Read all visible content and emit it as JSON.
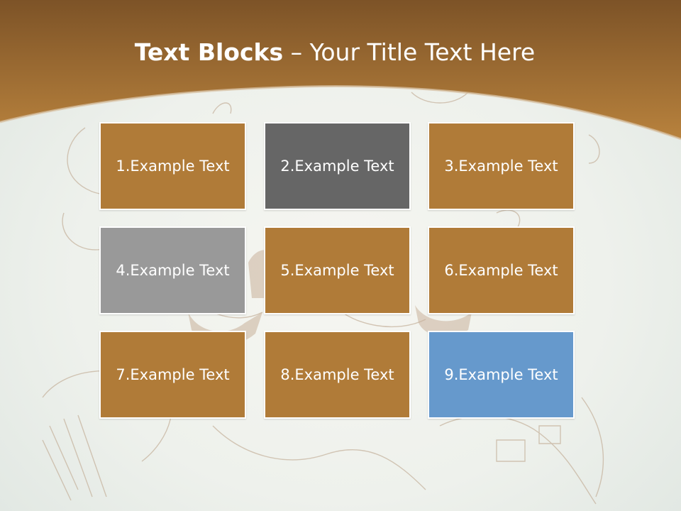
{
  "slide": {
    "title_bold": "Text Blocks",
    "title_rest": " – Your Title Text Here"
  },
  "blocks": [
    {
      "label": "1.Example Text",
      "color": "#b07b38"
    },
    {
      "label": "2.Example Text",
      "color": "#666666"
    },
    {
      "label": "3.Example Text",
      "color": "#b07b38"
    },
    {
      "label": "4.Example Text",
      "color": "#999999"
    },
    {
      "label": "5.Example Text",
      "color": "#b07b38"
    },
    {
      "label": "6.Example Text",
      "color": "#b07b38"
    },
    {
      "label": "7.Example Text",
      "color": "#b07b38"
    },
    {
      "label": "8.Example Text",
      "color": "#b07b38"
    },
    {
      "label": "9.Example Text",
      "color": "#6699cc"
    }
  ],
  "theme": {
    "header_dark": "#7d5327",
    "header_light": "#b8823d",
    "background": "#eef1ec"
  }
}
